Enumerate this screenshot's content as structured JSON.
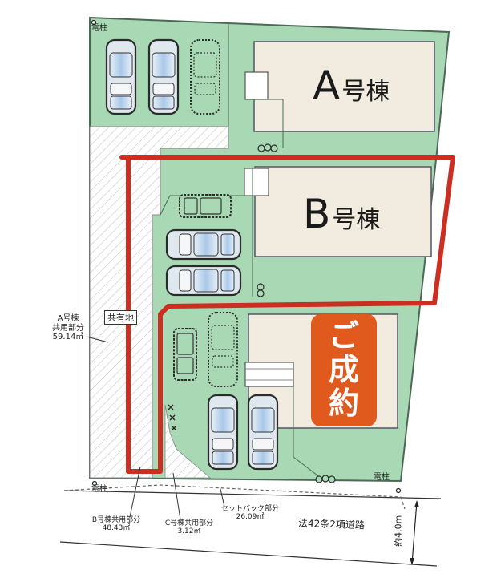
{
  "buildings": [
    {
      "id": "A",
      "letter": "A",
      "suffix": "号棟",
      "status": "available"
    },
    {
      "id": "B",
      "letter": "B",
      "suffix": "号棟",
      "status": "highlighted"
    },
    {
      "id": "C",
      "letter": "",
      "suffix": "",
      "status": "sold",
      "sold_badge": [
        "ご",
        "成",
        "約"
      ]
    }
  ],
  "labels": {
    "utility_pole": "電柱",
    "common_land": "共有地",
    "a_common": {
      "line1": "A号棟",
      "line2": "共用部分",
      "line3": "59.14㎡"
    },
    "b_common": {
      "line1": "B号棟共用部分",
      "line2": "48.43㎡"
    },
    "c_common": {
      "line1": "C号棟共用部分",
      "line2": "3.12㎡"
    },
    "setback": {
      "line1": "セットバック部分",
      "line2": "26.09㎡"
    },
    "road": "法42条2項道路",
    "road_width": "約4.0m"
  },
  "colors": {
    "lot_green": "#a9d8b4",
    "lot_border": "#4a6a55",
    "building_fill": "#f1ebe0",
    "highlight_red": "#cc2e22",
    "sold_orange": "#e05a1e",
    "hatch": "#b8b8b8"
  },
  "parking": {
    "a_lot": 3,
    "b_lot": 3,
    "c_lot": 4
  }
}
